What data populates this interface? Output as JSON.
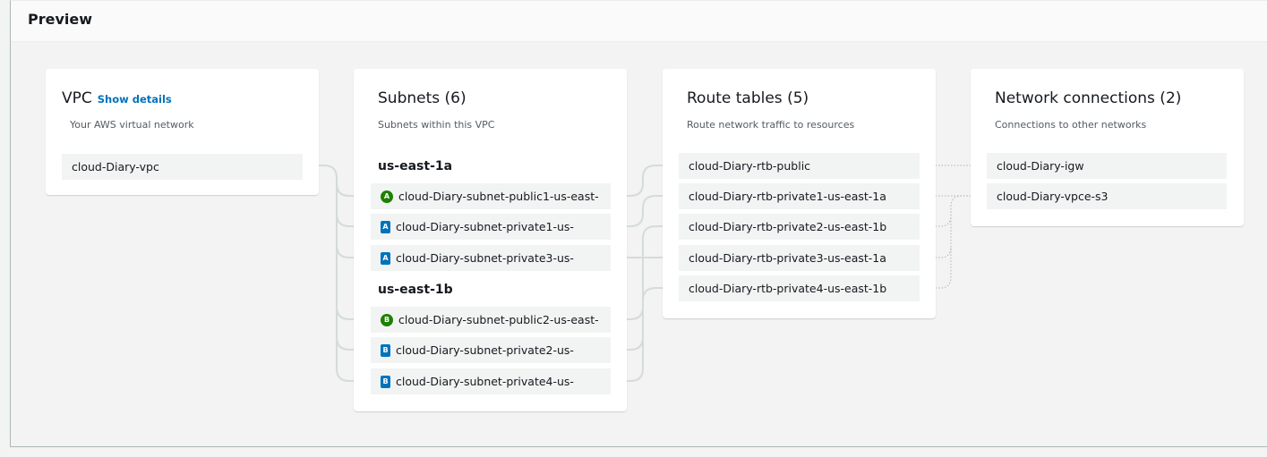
{
  "preview": {
    "title": "Preview"
  },
  "vpc": {
    "title": "VPC",
    "show_details": "Show details",
    "subtitle": "Your AWS virtual network",
    "name": "cloud-Diary-vpc"
  },
  "subnets": {
    "title": "Subnets (6)",
    "subtitle": "Subnets within this VPC",
    "groups": [
      {
        "az": "us-east-1a",
        "items": [
          {
            "badge": "A",
            "kind": "public",
            "label": "cloud-Diary-subnet-public1-us-east-"
          },
          {
            "badge": "A",
            "kind": "private",
            "label": "cloud-Diary-subnet-private1-us-"
          },
          {
            "badge": "A",
            "kind": "private",
            "label": "cloud-Diary-subnet-private3-us-"
          }
        ]
      },
      {
        "az": "us-east-1b",
        "items": [
          {
            "badge": "B",
            "kind": "public",
            "label": "cloud-Diary-subnet-public2-us-east-"
          },
          {
            "badge": "B",
            "kind": "private",
            "label": "cloud-Diary-subnet-private2-us-"
          },
          {
            "badge": "B",
            "kind": "private",
            "label": "cloud-Diary-subnet-private4-us-"
          }
        ]
      }
    ]
  },
  "route_tables": {
    "title": "Route tables (5)",
    "subtitle": "Route network traffic to resources",
    "items": [
      "cloud-Diary-rtb-public",
      "cloud-Diary-rtb-private1-us-east-1a",
      "cloud-Diary-rtb-private2-us-east-1b",
      "cloud-Diary-rtb-private3-us-east-1a",
      "cloud-Diary-rtb-private4-us-east-1b"
    ]
  },
  "network_connections": {
    "title": "Network connections (2)",
    "subtitle": "Connections to other networks",
    "items": [
      "cloud-Diary-igw",
      "cloud-Diary-vpce-s3"
    ]
  },
  "colors": {
    "public_badge": "#1d8102",
    "private_badge": "#0073bb",
    "link": "#0073bb",
    "connector": "#d5dbdb",
    "dotted_connector": "#aab7b8"
  }
}
